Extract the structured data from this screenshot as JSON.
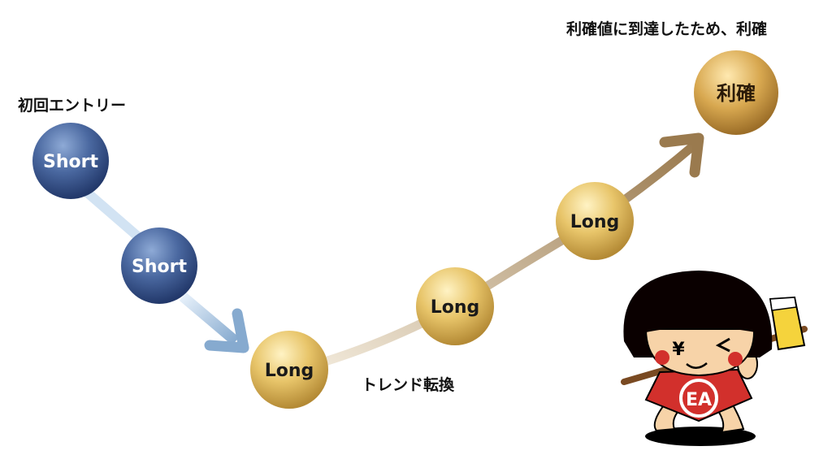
{
  "labels": {
    "first_entry": "初回エントリー",
    "trend_change": "トレンド転換",
    "take_profit_note": "利確値に到達したため、利確"
  },
  "nodes": [
    {
      "label": "Short",
      "kind": "short"
    },
    {
      "label": "Short",
      "kind": "short"
    },
    {
      "label": "Long",
      "kind": "long"
    },
    {
      "label": "Long",
      "kind": "long"
    },
    {
      "label": "Long",
      "kind": "long"
    },
    {
      "label": "利確",
      "kind": "profit"
    }
  ],
  "mascot": {
    "yen_mark": "¥",
    "shirt_logo": "EA"
  },
  "colors": {
    "short": "#3d5a8f",
    "long": "#d9b460",
    "blue_arrow": "#8fb3d6",
    "gold_arrow": "#9c7b50",
    "mascot_red": "#d2302c"
  }
}
